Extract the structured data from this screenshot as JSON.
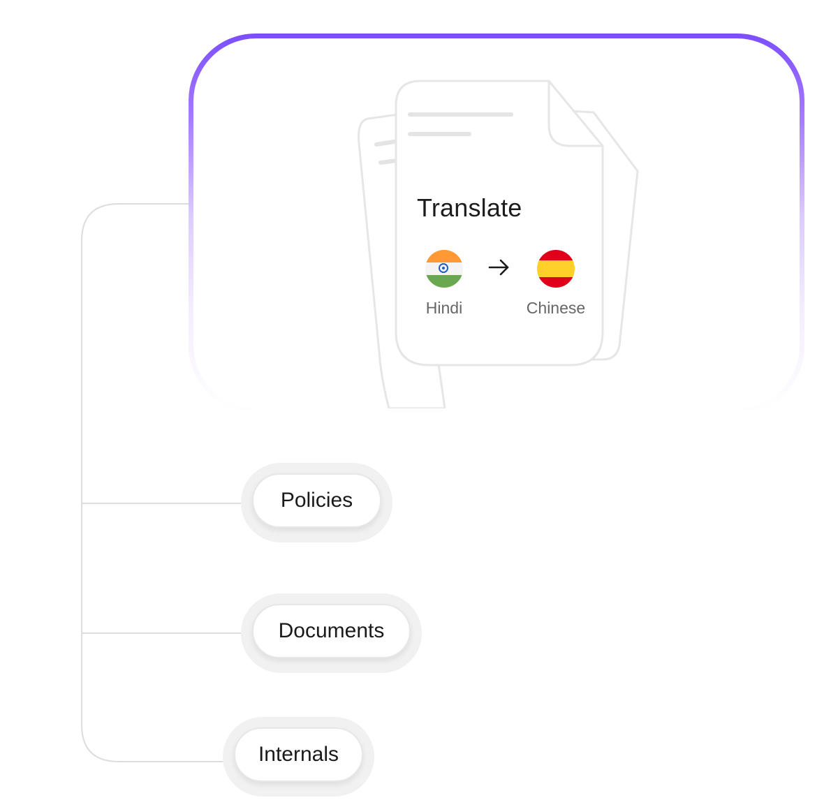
{
  "translate_card": {
    "title": "Translate",
    "source_language": "Hindi",
    "target_language": "Chinese",
    "arrow_symbol": "→",
    "gradient_colors": [
      "#7c4dff",
      "#a57bff",
      "#dccbff",
      "#f3edff"
    ]
  },
  "branches": [
    {
      "label": "Policies"
    },
    {
      "label": "Documents"
    },
    {
      "label": "Internals"
    }
  ],
  "colors": {
    "accent": "#7c4dff",
    "connector": "#dddddd",
    "pill_halo": "#f1f1f1",
    "doc_outline": "#e6e6e6",
    "india_saffron": "#ff9933",
    "india_green": "#6aa84f",
    "spain_red": "#e1001b",
    "spain_yellow": "#ffcf2a"
  },
  "icons": {
    "arrow": "arrow-right-icon",
    "source_flag": "india-flag-icon",
    "target_flag": "spain-flag-icon",
    "documents": "document-stack-icon"
  }
}
